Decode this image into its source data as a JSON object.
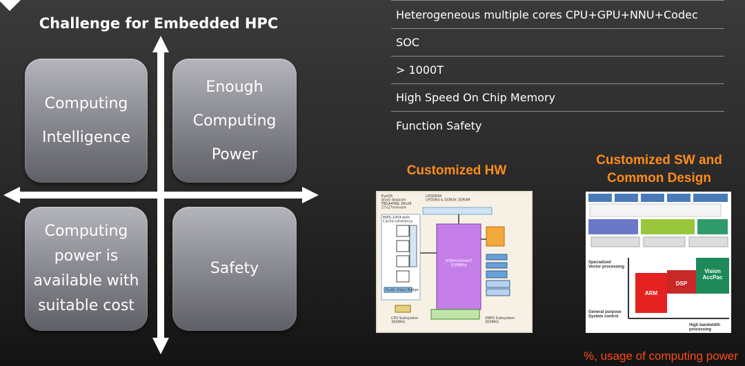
{
  "title": "Challenge for Embedded HPC",
  "quadrants": {
    "top_left": "Computing\nIntelligence",
    "top_right": "Enough\nComputing\nPower",
    "bottom_left": "Computing\npower is\navailable with\nsuitable cost",
    "bottom_right": "Safety"
  },
  "requirements": [
    "Heterogeneous multiple cores CPU+GPU+NNU+Codec",
    "SOC",
    "> 1000T",
    "High Speed On Chip Memory",
    "Function Safety"
  ],
  "hw": {
    "title": "Customized HW",
    "diagram": {
      "heading": "EyeQ5\nblock diagram\nFBGA496p 26x26\n27x27mmxam",
      "memory": "LPDDR4X\nLPDDR4 & DDR4X 3DR4M",
      "mips": "MIPS-1004 with\nCache-coherency",
      "interconnect": "Interconnect\n530Mhz",
      "cpu": "CPU Subsystem\n300MHz",
      "vmp": "VMP3 Subsystem\n300MHz",
      "audio": "Audio Video Bridge"
    }
  },
  "sw": {
    "title": "Customized SW and\nCommon Design",
    "diagram": {
      "specialized": "Specialized\nVector processing",
      "general": "General purpose\nSystem control",
      "high_bw": "High bandwidth\nprocessing",
      "arm": "ARM",
      "dsp": "DSP",
      "vision": "Vision\nAccPac"
    }
  },
  "footer": "%, usage of computing power",
  "colors": {
    "accent_orange": "#ff8c1a",
    "footer_red": "#ff4a1a",
    "arm_red": "#e52222",
    "dsp_red": "#c82828",
    "vision_green": "#1e8a5a",
    "interconnect_purple": "#c57ee8"
  }
}
